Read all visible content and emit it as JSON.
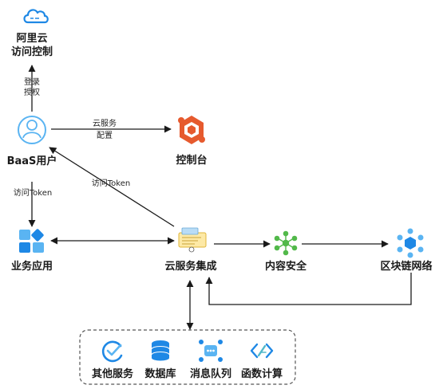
{
  "nodes": {
    "aliyun_access_control": {
      "label_line1": "阿里云",
      "label_line2": "访问控制",
      "icon": "cloud-icon"
    },
    "baas_user": {
      "label": "BaaS用户",
      "icon": "user-icon"
    },
    "console": {
      "label": "控制台",
      "icon": "console-icon"
    },
    "business_app": {
      "label": "业务应用",
      "icon": "app-grid-icon"
    },
    "cloud_service_integration": {
      "label": "云服务集成",
      "icon": "service-integration-icon"
    },
    "content_security": {
      "label": "内容安全",
      "icon": "network-icon"
    },
    "blockchain_network": {
      "label": "区块链网络",
      "icon": "blockchain-icon"
    },
    "other_services": {
      "label": "其他服务",
      "icon": "check-circle-icon"
    },
    "database": {
      "label": "数据库",
      "icon": "database-icon"
    },
    "message_queue": {
      "label": "消息队列",
      "icon": "message-queue-icon"
    },
    "function_compute": {
      "label": "函数计算",
      "icon": "function-icon"
    }
  },
  "edges": {
    "login_auth": {
      "line1": "登录",
      "line2": "授权"
    },
    "cloud_service_config": {
      "line1": "云服务",
      "line2": "配置"
    },
    "access_token_user": "访问Token",
    "access_token_integration": "访问Token"
  },
  "colors": {
    "blue": "#1e88e5",
    "light_blue": "#5ab4f2",
    "orange": "#e65a2e",
    "green": "#52b94a",
    "line": "#1a1a1a",
    "dashed_border": "#555555"
  }
}
